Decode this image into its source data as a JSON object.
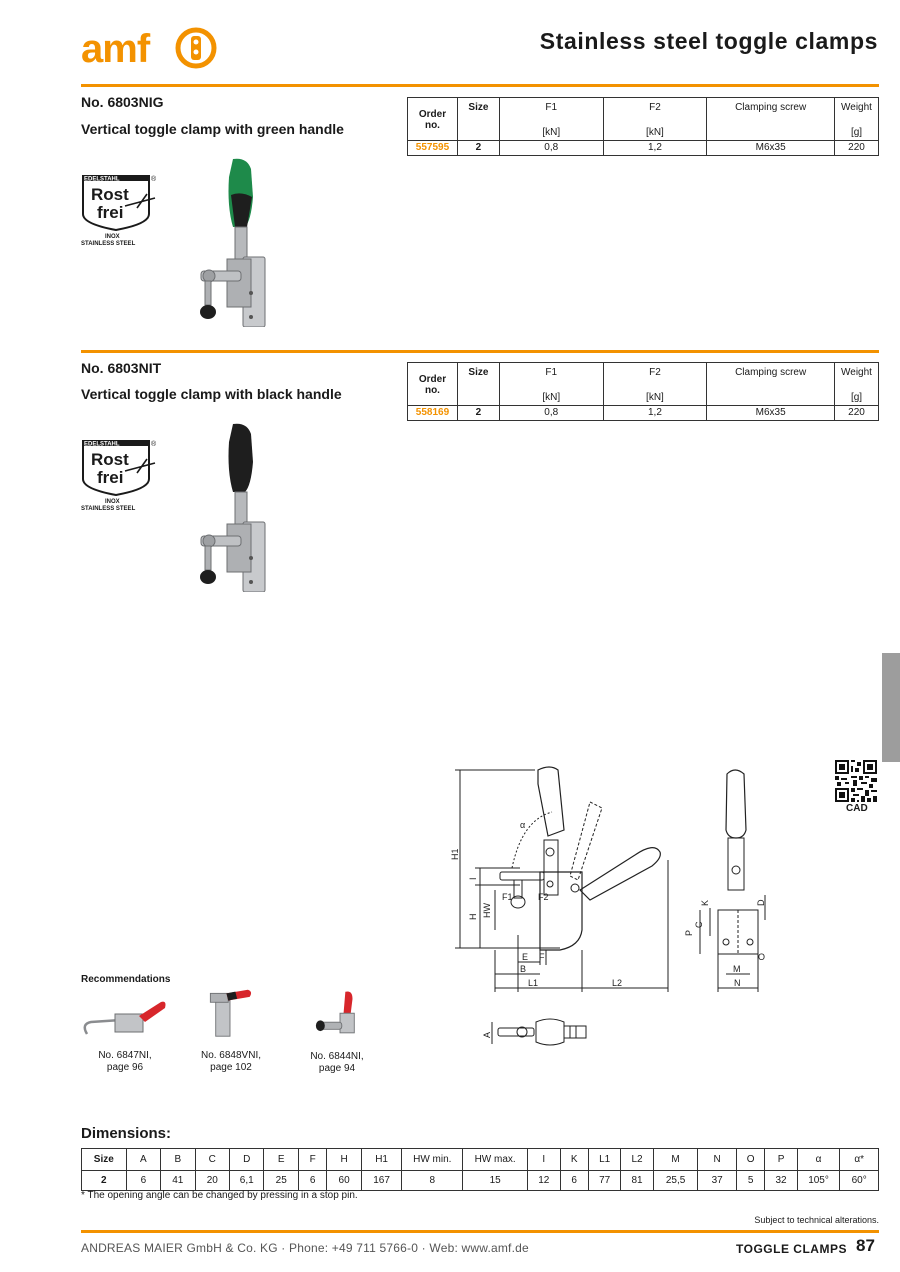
{
  "header": {
    "logo_text": "amf",
    "title": "Stainless steel toggle clamps"
  },
  "products": [
    {
      "number": "No. 6803NIG",
      "description": "Vertical toggle clamp with green handle",
      "handle_color": "#1e8a4a",
      "row": {
        "order_no": "557595",
        "size": "2",
        "f1": "0,8",
        "f2": "1,2",
        "screw": "M6x35",
        "weight": "220"
      }
    },
    {
      "number": "No. 6803NIT",
      "description": "Vertical toggle clamp with black handle",
      "handle_color": "#1e1e1e",
      "row": {
        "order_no": "558169",
        "size": "2",
        "f1": "0,8",
        "f2": "1,2",
        "screw": "M6x35",
        "weight": "220"
      }
    }
  ],
  "spec_headers": {
    "order": "Order no.",
    "size": "Size",
    "f1": "F1",
    "f1_unit": "[kN]",
    "f2": "F2",
    "f2_unit": "[kN]",
    "screw": "Clamping screw",
    "weight": "Weight",
    "weight_unit": "[g]"
  },
  "badge": {
    "top": "EDELSTAHL",
    "line1": "Rost",
    "line2": "frei",
    "registered": "®",
    "bottom1": "INOX",
    "bottom2": "STAINLESS STEEL"
  },
  "drawing_labels": {
    "alpha": "α",
    "H1": "H1",
    "I": "I",
    "H": "H",
    "HW": "HW",
    "F1": "F1",
    "F2": "F2",
    "E": "E",
    "F": "F",
    "B": "B",
    "L1": "L1",
    "L2": "L2",
    "K": "K",
    "C": "C",
    "P": "P",
    "D": "D",
    "O": "O",
    "M": "M",
    "N": "N",
    "A": "A"
  },
  "cad_label": "CAD",
  "recommendations": {
    "title": "Recommendations",
    "items": [
      {
        "line1": "No. 6847NI,",
        "line2": "page 96"
      },
      {
        "line1": "No. 6848VNI,",
        "line2": "page 102"
      },
      {
        "line1": "No. 6844NI,",
        "line2": "page 94"
      }
    ]
  },
  "dimensions": {
    "title": "Dimensions:",
    "headers": [
      "Size",
      "A",
      "B",
      "C",
      "D",
      "E",
      "F",
      "H",
      "H1",
      "HW min.",
      "HW max.",
      "I",
      "K",
      "L1",
      "L2",
      "M",
      "N",
      "O",
      "P",
      "α",
      "α*"
    ],
    "row": [
      "2",
      "6",
      "41",
      "20",
      "6,1",
      "25",
      "6",
      "60",
      "167",
      "8",
      "15",
      "12",
      "6",
      "77",
      "81",
      "25,5",
      "37",
      "5",
      "32",
      "105°",
      "60°"
    ]
  },
  "footnote": "* The opening angle can be changed by pressing in a stop pin.",
  "subject_note": "Subject to technical alterations.",
  "footer": {
    "company": "ANDREAS MAIER GmbH & Co. KG  ·  Phone: +49 711 5766-0  ·  Web: www.amf.de",
    "section": "TOGGLE CLAMPS",
    "page": "87"
  },
  "colors": {
    "brand_orange": "#f39200",
    "tab_grey": "#9d9d9d",
    "rec_handle_red": "#d7262b"
  }
}
